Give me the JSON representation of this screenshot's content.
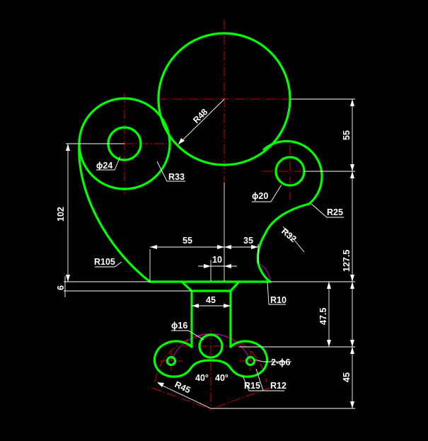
{
  "background_color": "#000000",
  "outline_color": "#00ff00",
  "centerline_color": "#d00000",
  "dimension_color": "#ffffff",
  "construction_color": "#c000c0",
  "dimensions": {
    "r48": "R48",
    "phi24": "ϕ24",
    "r33": "R33",
    "phi20": "ϕ20",
    "r25": "R25",
    "r32": "R32",
    "r105": "R105",
    "d102": "102",
    "d55_right": "55",
    "d127_5": "127.5",
    "d55_top": "55",
    "d35": "35",
    "d10": "10",
    "d6": "6",
    "r10": "R10",
    "d45_width": "45",
    "d47_5": "47.5",
    "phi16": "ϕ16",
    "two_phi6": "2-ϕ6",
    "a40_left": "40°",
    "a40_right": "40°",
    "r45": "R45",
    "r15": "R15",
    "r12": "R12",
    "d45_bottom": "45"
  }
}
